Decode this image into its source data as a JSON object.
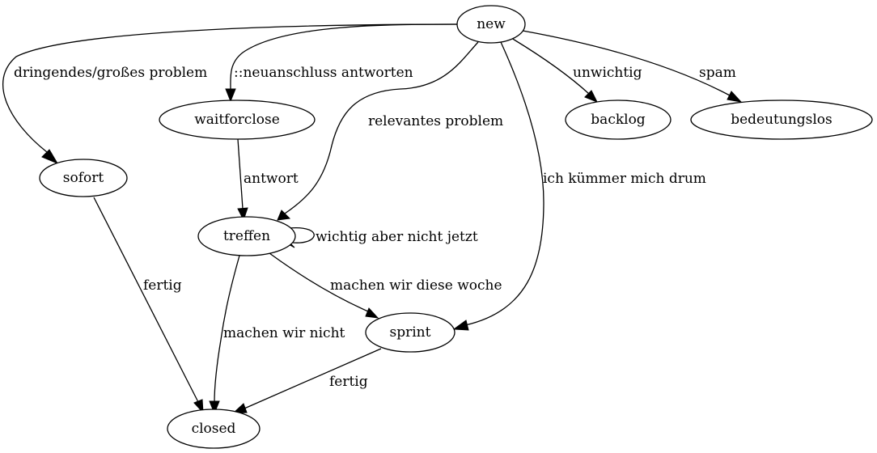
{
  "diagram": {
    "type": "state-graph",
    "background": "#ffffff",
    "stroke_color": "#000000",
    "nodes": [
      {
        "id": "new",
        "label": "new"
      },
      {
        "id": "sofort",
        "label": "sofort"
      },
      {
        "id": "waitforclose",
        "label": "waitforclose"
      },
      {
        "id": "treffen",
        "label": "treffen"
      },
      {
        "id": "backlog",
        "label": "backlog"
      },
      {
        "id": "bedeutungslos",
        "label": "bedeutungslos"
      },
      {
        "id": "sprint",
        "label": "sprint"
      },
      {
        "id": "closed",
        "label": "closed"
      }
    ],
    "edges": [
      {
        "from": "new",
        "to": "sofort",
        "label": "dringendes/großes problem"
      },
      {
        "from": "new",
        "to": "waitforclose",
        "label": "::neuanschluss antworten"
      },
      {
        "from": "new",
        "to": "treffen",
        "label": "relevantes problem"
      },
      {
        "from": "new",
        "to": "sprint",
        "label": "ich kümmer mich drum"
      },
      {
        "from": "new",
        "to": "backlog",
        "label": "unwichtig"
      },
      {
        "from": "new",
        "to": "bedeutungslos",
        "label": "spam"
      },
      {
        "from": "waitforclose",
        "to": "treffen",
        "label": "antwort"
      },
      {
        "from": "treffen",
        "to": "treffen",
        "label": "wichtig aber nicht jetzt"
      },
      {
        "from": "treffen",
        "to": "sprint",
        "label": "machen wir diese woche"
      },
      {
        "from": "treffen",
        "to": "closed",
        "label": "machen wir nicht"
      },
      {
        "from": "sofort",
        "to": "closed",
        "label": "fertig"
      },
      {
        "from": "sprint",
        "to": "closed",
        "label": "fertig"
      }
    ]
  }
}
